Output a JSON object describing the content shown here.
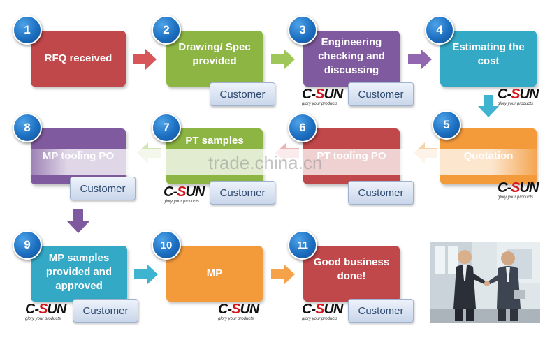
{
  "steps": [
    {
      "num": "1",
      "lines": [
        "RFQ received"
      ],
      "color": "#c0474a",
      "customer": "",
      "logo": false
    },
    {
      "num": "2",
      "lines": [
        "Drawing/ Spec",
        "provided"
      ],
      "color": "#8db543",
      "customer": "Customer",
      "logo": false
    },
    {
      "num": "3",
      "lines": [
        "Engineering",
        "checking and",
        "discussing"
      ],
      "color": "#7f5a9e",
      "customer": "Customer",
      "logo": true
    },
    {
      "num": "4",
      "lines": [
        "Estimating the",
        "cost"
      ],
      "color": "#33a9c5",
      "customer": "",
      "logo": true
    },
    {
      "num": "5",
      "lines": [
        "Quotation"
      ],
      "color": "#f39a3b",
      "customer": "",
      "logo": true
    },
    {
      "num": "6",
      "lines": [
        "PT tooling PO"
      ],
      "color": "#c0474a",
      "customer": "Customer",
      "logo": false
    },
    {
      "num": "7",
      "lines": [
        "PT samples"
      ],
      "color": "#8db543",
      "customer": "Customer",
      "logo": true
    },
    {
      "num": "8",
      "lines": [
        "MP tooling PO"
      ],
      "color": "#7f5a9e",
      "customer": "Customer",
      "logo": false
    },
    {
      "num": "9",
      "lines": [
        "MP samples",
        "provided and",
        "approved"
      ],
      "color": "#33a9c5",
      "customer": "Customer",
      "logo": true
    },
    {
      "num": "10",
      "lines": [
        "MP"
      ],
      "color": "#f39a3b",
      "customer": "",
      "logo": true
    },
    {
      "num": "11",
      "lines": [
        "Good business",
        "done!"
      ],
      "color": "#c0474a",
      "customer": "Customer",
      "logo": true
    }
  ],
  "logo": {
    "brand_prefix": "C-",
    "brand_s": "S",
    "brand_suffix": "UN",
    "tagline": "glory your products"
  },
  "watermark": "trade.china.cn",
  "colors": {
    "red": "#c0474a",
    "green": "#8db543",
    "purple": "#7f5a9e",
    "teal": "#33a9c5",
    "orange": "#f39a3b"
  }
}
